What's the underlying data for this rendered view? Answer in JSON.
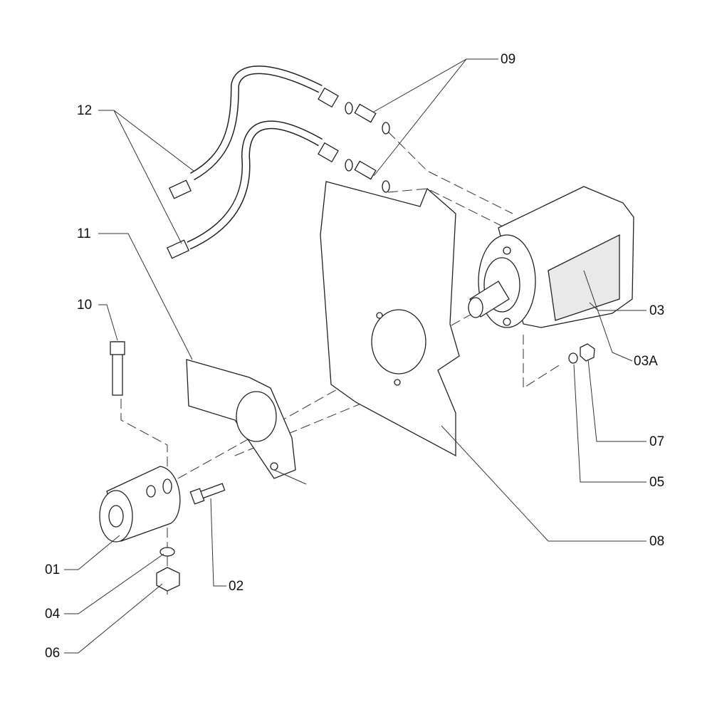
{
  "callouts": {
    "c09": "09",
    "c12": "12",
    "c11": "11",
    "c10": "10",
    "c03": "03",
    "c03A": "03A",
    "c07": "07",
    "c05": "05",
    "c08": "08",
    "c01": "01",
    "c02": "02",
    "c04": "04",
    "c06": "06"
  }
}
